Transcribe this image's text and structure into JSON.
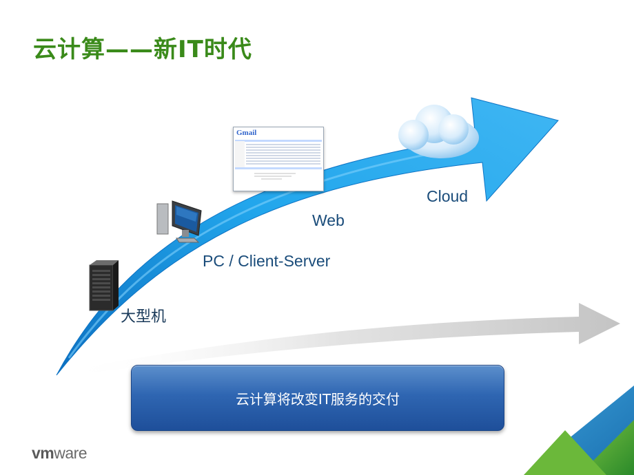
{
  "slide": {
    "title": "云计算——新IT时代",
    "banner_text": "云计算将改变IT服务的交付",
    "logo_text_bold": "vm",
    "logo_text_rest": "ware"
  },
  "stages": [
    {
      "label": "大型机",
      "icon": "server-rack-icon"
    },
    {
      "label": "PC / Client-Server",
      "icon": "desktop-pc-icon"
    },
    {
      "label": "Web",
      "icon": "webmail-screenshot"
    },
    {
      "label": "Cloud",
      "icon": "cloud-icon"
    }
  ],
  "webmail": {
    "logo": "Gmail"
  },
  "colors": {
    "title_green": "#3a8a1a",
    "arrow_blue": "#1e9ae0",
    "banner_blue": "#2f66b2",
    "corner_green": "#4aa52a"
  }
}
